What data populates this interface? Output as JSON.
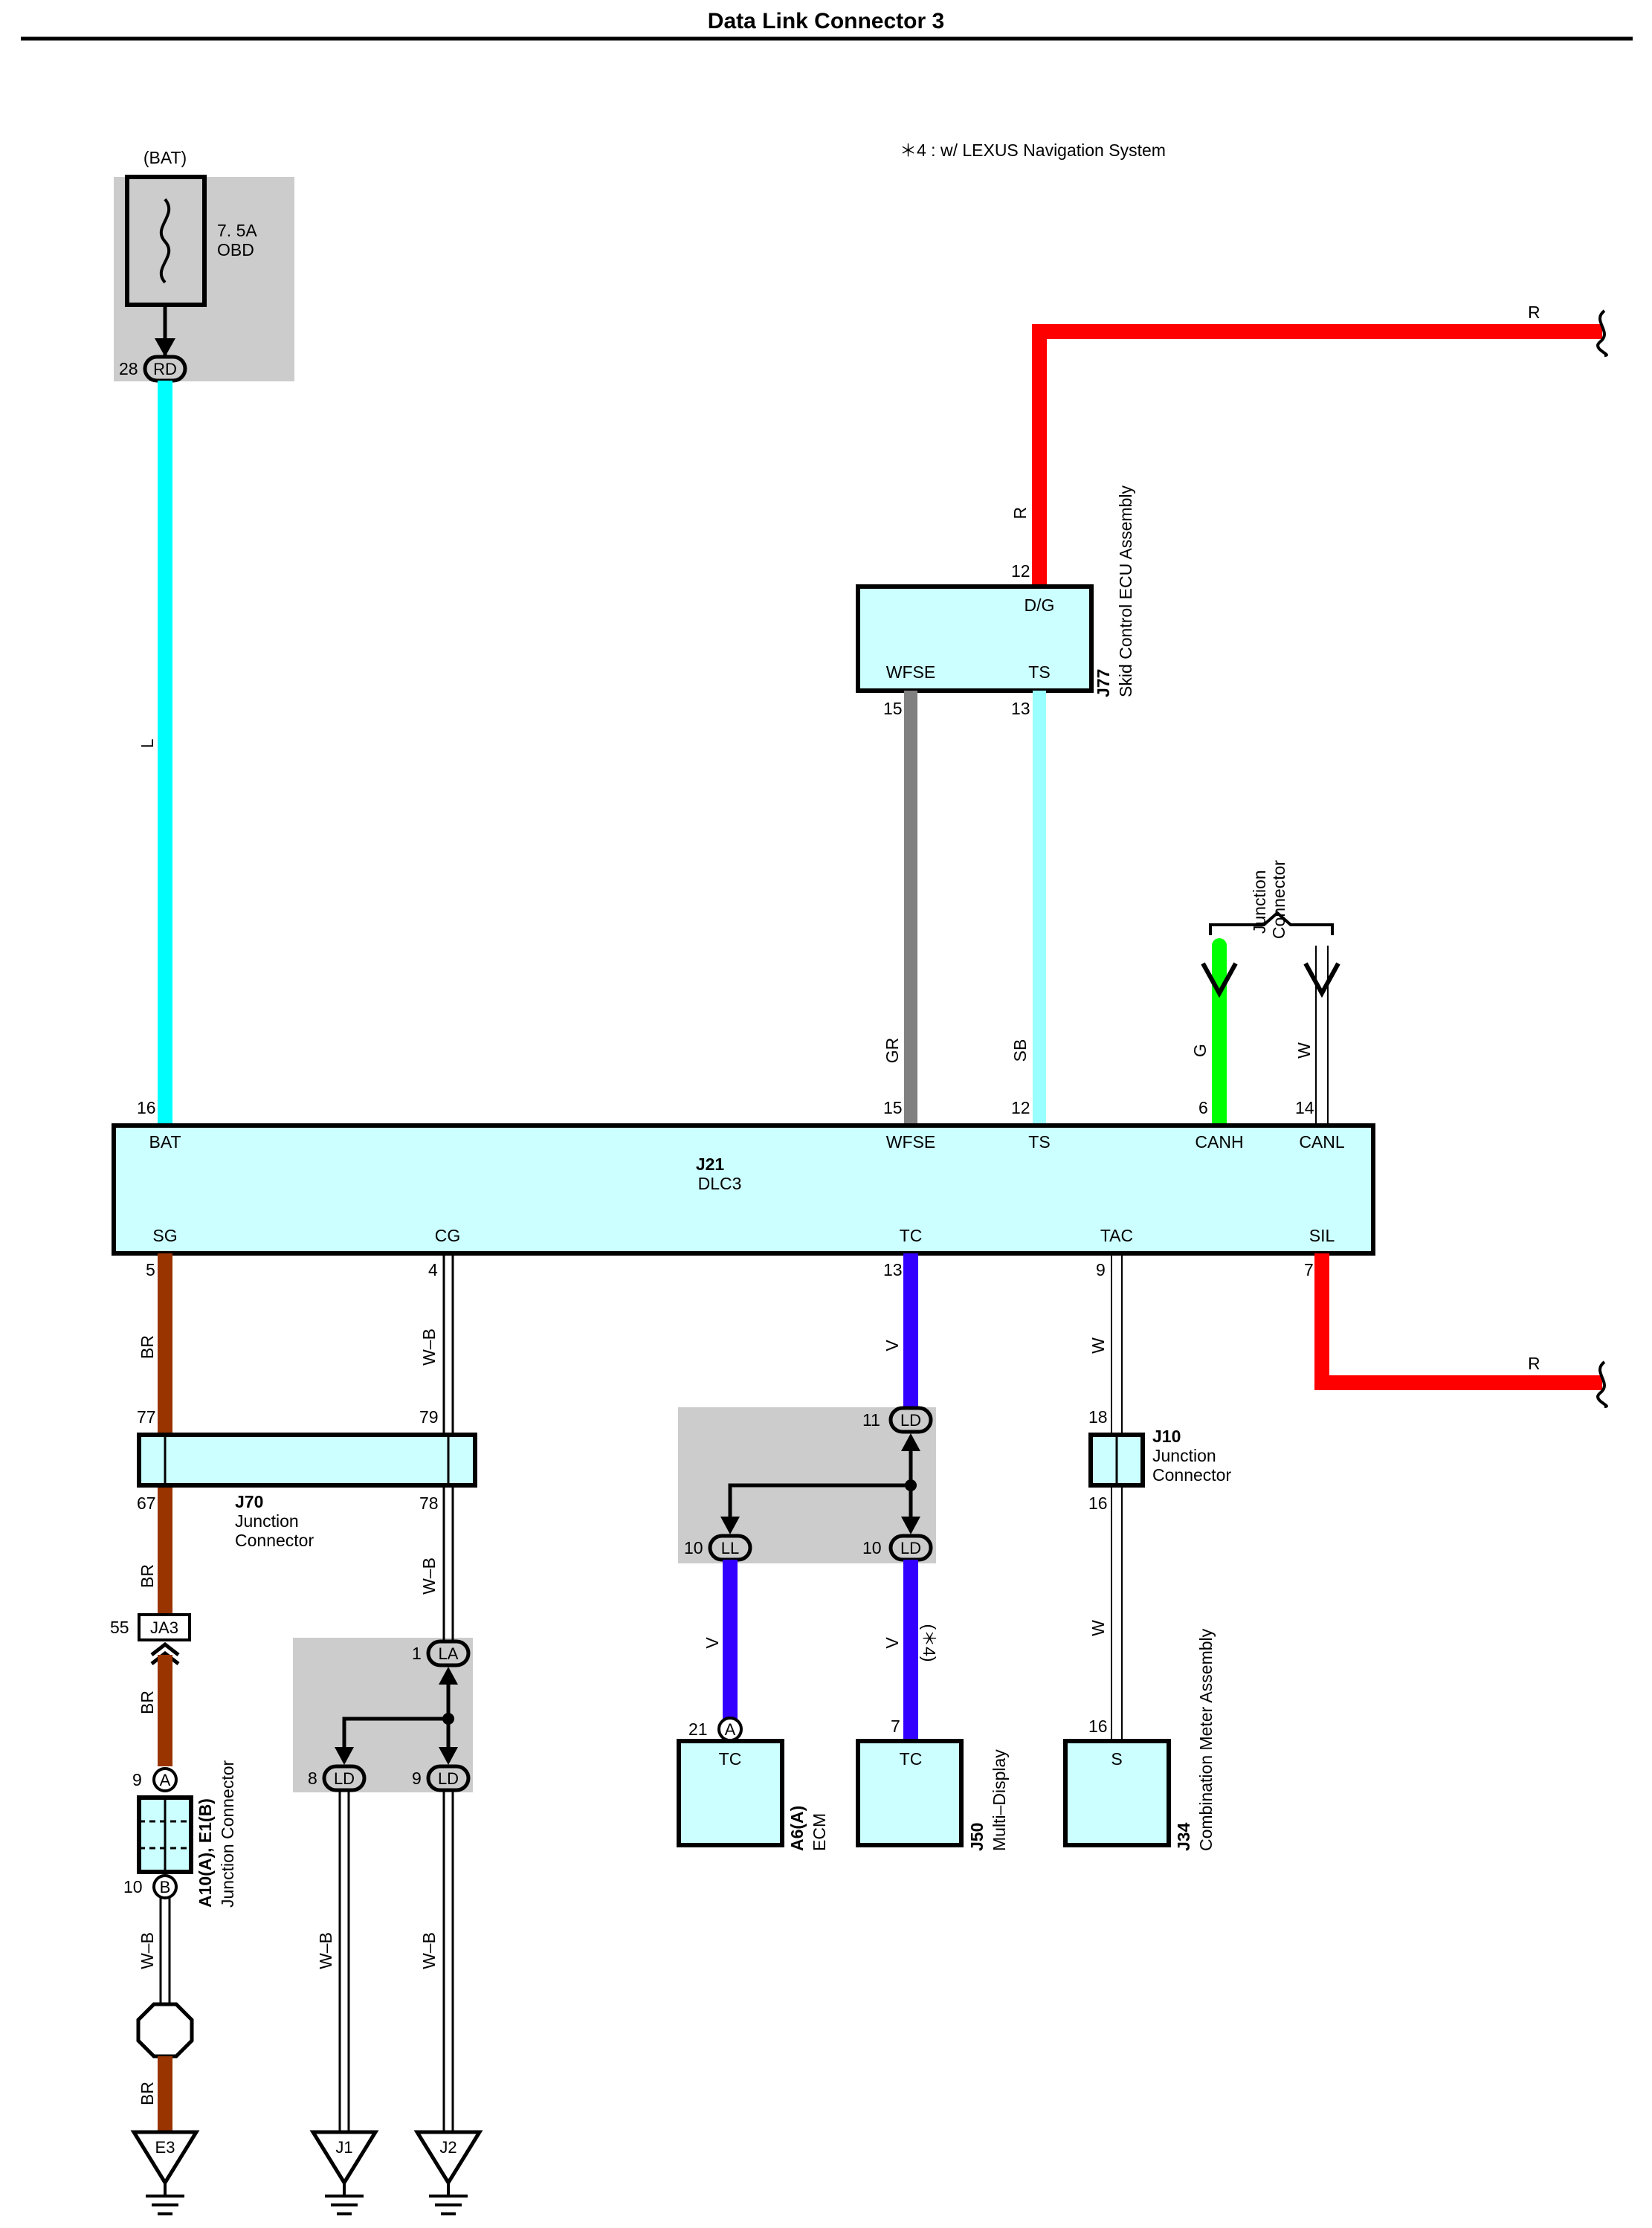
{
  "title": "Data Link Connector 3",
  "note": "＊4 : w/ LEXUS Navigation System",
  "colors": {
    "L": "#00ffff",
    "R": "#ff0000",
    "GR": "#808080",
    "SB": "#99ffff",
    "G": "#00ff00",
    "BR": "#993300",
    "V": "#3300ff",
    "W": "#ffffff",
    "box": "#ccffff",
    "shade": "#cccccc"
  },
  "fuse": {
    "source": "(BAT)",
    "rating": "7. 5A",
    "name": "OBD",
    "pin": "28",
    "connector": "RD"
  },
  "dlc": {
    "id": "J21",
    "name": "DLC3",
    "top_pins": [
      {
        "pin": "16",
        "label": "BAT"
      },
      {
        "pin": "15",
        "label": "WFSE"
      },
      {
        "pin": "12",
        "label": "TS"
      },
      {
        "pin": "6",
        "label": "CANH"
      },
      {
        "pin": "14",
        "label": "CANL"
      }
    ],
    "bottom_pins": [
      {
        "pin": "5",
        "label": "SG"
      },
      {
        "pin": "4",
        "label": "CG"
      },
      {
        "pin": "13",
        "label": "TC"
      },
      {
        "pin": "9",
        "label": "TAC"
      },
      {
        "pin": "7",
        "label": "SIL"
      }
    ]
  },
  "skid_ecu": {
    "id": "J77",
    "name": "Skid Control ECU Assembly",
    "pins": [
      {
        "pin": "12",
        "label": "D/G"
      },
      {
        "pin": "15",
        "label": "WFSE"
      },
      {
        "pin": "13",
        "label": "TS"
      }
    ]
  },
  "wire_colors": {
    "bat": "L",
    "top_right": "R",
    "sil_right": "R",
    "wfse": "GR",
    "ts": "SB",
    "dg": "R",
    "canh": "G",
    "canl": "W",
    "sg": "BR",
    "cg": "W–B",
    "tc": "V",
    "tac": "W"
  },
  "can_junction": "Junction Connector",
  "j70": {
    "id": "J70",
    "name1": "Junction",
    "name2": "Connector",
    "pins": [
      "77",
      "79",
      "67",
      "78"
    ]
  },
  "ja3": {
    "pin": "55",
    "label": "JA3"
  },
  "a10": {
    "id": "A10(A), E1(B)",
    "name": "Junction Connector",
    "pin_a": "9",
    "pin_b": "10",
    "label_a": "A",
    "label_b": "B"
  },
  "la_group": {
    "la_pin": "1",
    "la": "LA",
    "ld1_pin": "8",
    "ld2_pin": "9",
    "ld": "LD"
  },
  "tc_group": {
    "ld_top_pin": "11",
    "ld": "LD",
    "ll_pin": "10",
    "ll": "LL",
    "ld_pin": "10"
  },
  "ecm": {
    "id": "A6(A)",
    "name": "ECM",
    "pin": "21",
    "conn": "A",
    "label": "TC"
  },
  "multi_display": {
    "id": "J50",
    "name": "Multi–Display",
    "pin": "7",
    "label": "TC",
    "note": "(＊4)"
  },
  "j10": {
    "id": "J10",
    "name1": "Junction",
    "name2": "Connector",
    "pin_top": "18",
    "pin_bottom": "16"
  },
  "combo_meter": {
    "id": "J34",
    "name": "Combination Meter Assembly",
    "pin": "16",
    "label": "S"
  },
  "grounds": [
    {
      "label": "E3",
      "wire": "BR",
      "wire_upper": "W–B"
    },
    {
      "label": "J1",
      "wire": "W–B"
    },
    {
      "label": "J2",
      "wire": "W–B"
    }
  ]
}
